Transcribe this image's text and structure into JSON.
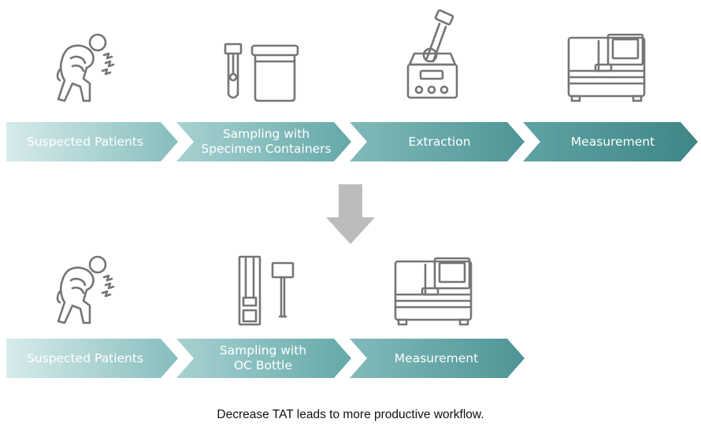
{
  "top_row": {
    "steps": [
      {
        "label": "Suspected Patients",
        "icon": "patient-icon"
      },
      {
        "label": "Sampling with\nSpecimen Containers",
        "icon": "specimen-containers-icon"
      },
      {
        "label": "Extraction",
        "icon": "extraction-device-icon"
      },
      {
        "label": "Measurement",
        "icon": "analyzer-icon"
      }
    ]
  },
  "bottom_row": {
    "steps": [
      {
        "label": "Suspected Patients",
        "icon": "patient-icon"
      },
      {
        "label": "Sampling with\nOC Bottle",
        "icon": "oc-bottle-icon"
      },
      {
        "label": "Measurement",
        "icon": "analyzer-icon"
      }
    ]
  },
  "transition_icon": "down-arrow-icon",
  "caption": "Decrease TAT leads to more productive workflow.",
  "colors": {
    "gradient_start": "#cfe6e6",
    "gradient_end": "#3f8787",
    "icon_stroke": "#757575",
    "arrow": "#bcbcbc",
    "label_text": "#ffffff"
  }
}
